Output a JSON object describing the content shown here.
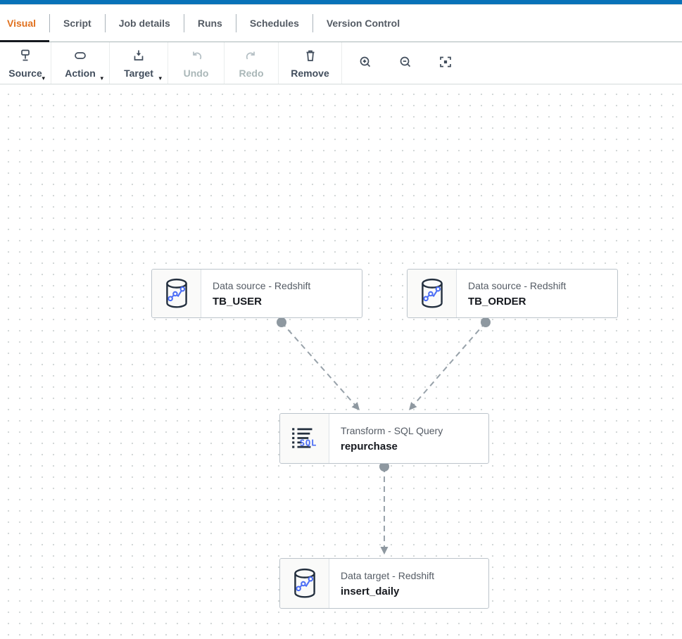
{
  "tabs": [
    {
      "label": "Visual",
      "active": true
    },
    {
      "label": "Script",
      "active": false
    },
    {
      "label": "Job details",
      "active": false
    },
    {
      "label": "Runs",
      "active": false
    },
    {
      "label": "Schedules",
      "active": false
    },
    {
      "label": "Version Control",
      "active": false
    }
  ],
  "toolbar": {
    "source_label": "Source",
    "action_label": "Action",
    "target_label": "Target",
    "undo_label": "Undo",
    "redo_label": "Redo",
    "remove_label": "Remove"
  },
  "glyphs": {
    "caret_down": "▾"
  },
  "icons": {
    "toolbar": [
      "source-node-icon",
      "action-node-icon",
      "target-node-icon",
      "undo-icon",
      "redo-icon",
      "trash-icon",
      "zoom-in-icon",
      "zoom-out-icon",
      "fit-to-screen-icon"
    ],
    "nodes": [
      "redshift-database-icon",
      "sql-script-icon"
    ]
  },
  "nodes": [
    {
      "type_label": "Data source - Redshift",
      "name": "TB_USER",
      "icon": "redshift-database-icon"
    },
    {
      "type_label": "Data source - Redshift",
      "name": "TB_ORDER",
      "icon": "redshift-database-icon"
    },
    {
      "type_label": "Transform - SQL Query",
      "name": "repurchase",
      "icon": "sql-script-icon"
    },
    {
      "type_label": "Data target - Redshift",
      "name": "insert_daily",
      "icon": "redshift-database-icon"
    }
  ],
  "graph": {
    "edges": [
      {
        "from": "TB_USER",
        "to": "repurchase"
      },
      {
        "from": "TB_ORDER",
        "to": "repurchase"
      },
      {
        "from": "repurchase",
        "to": "insert_daily"
      }
    ]
  },
  "colors": {
    "accent_bar_blue": "#0972b8",
    "active_tab_orange": "#e0701e",
    "active_tab_underline": "#16191f",
    "toolbar_text": "#414d5c",
    "disabled_text": "#aab7b8",
    "node_border": "#bcc4cb",
    "node_type_text": "#545b64",
    "edge_gray": "#98a2aa",
    "port_gray": "#8e98a0",
    "icon_navy": "#232f3e",
    "icon_blue": "#4c6ef5",
    "canvas_dot": "#d3d8d8"
  }
}
